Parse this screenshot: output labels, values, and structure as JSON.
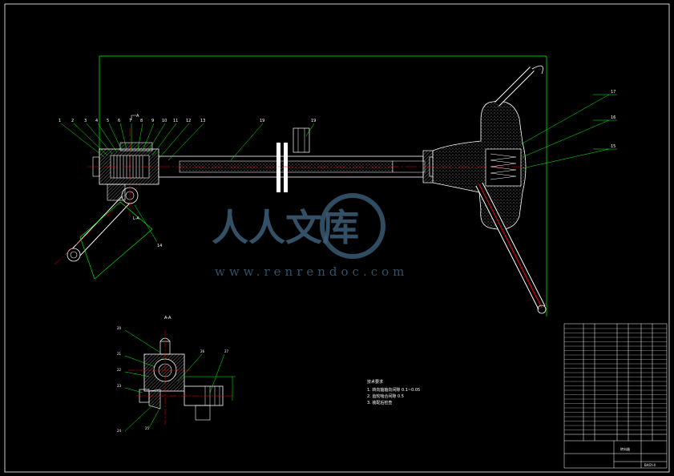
{
  "section_labels": {
    "view_a": "A",
    "section_aa": "A-A",
    "section_l": "L-A"
  },
  "part_numbers_top": [
    "1",
    "2",
    "3",
    "4",
    "5",
    "6",
    "7",
    "8",
    "9",
    "10",
    "11",
    "12",
    "13"
  ],
  "part_numbers_right": [
    "17",
    "16",
    "15"
  ],
  "part_numbers_misc": [
    "14",
    "19"
  ],
  "part_numbers_section": [
    "20",
    "21",
    "22",
    "23",
    "24",
    "25",
    "26",
    "27"
  ],
  "technical_notes": {
    "title": "技术要求",
    "lines": [
      "1. 转向轴轴向间隙 0.1~0.05",
      "2. 齿轮啮合间隙 0.5",
      "3. 装配后检查"
    ]
  },
  "title_block": {
    "drawing_name": "转向器",
    "drawing_code": "BASY-4"
  },
  "watermark": {
    "chinese": "人人文库",
    "url": "www.renrendoc.com"
  },
  "colors": {
    "background": "#000000",
    "outline": "#ffffff",
    "leader": "#00ff00",
    "centerline": "#ff0000",
    "hatch": "#ffffff",
    "watermark": "#3c5f78"
  }
}
